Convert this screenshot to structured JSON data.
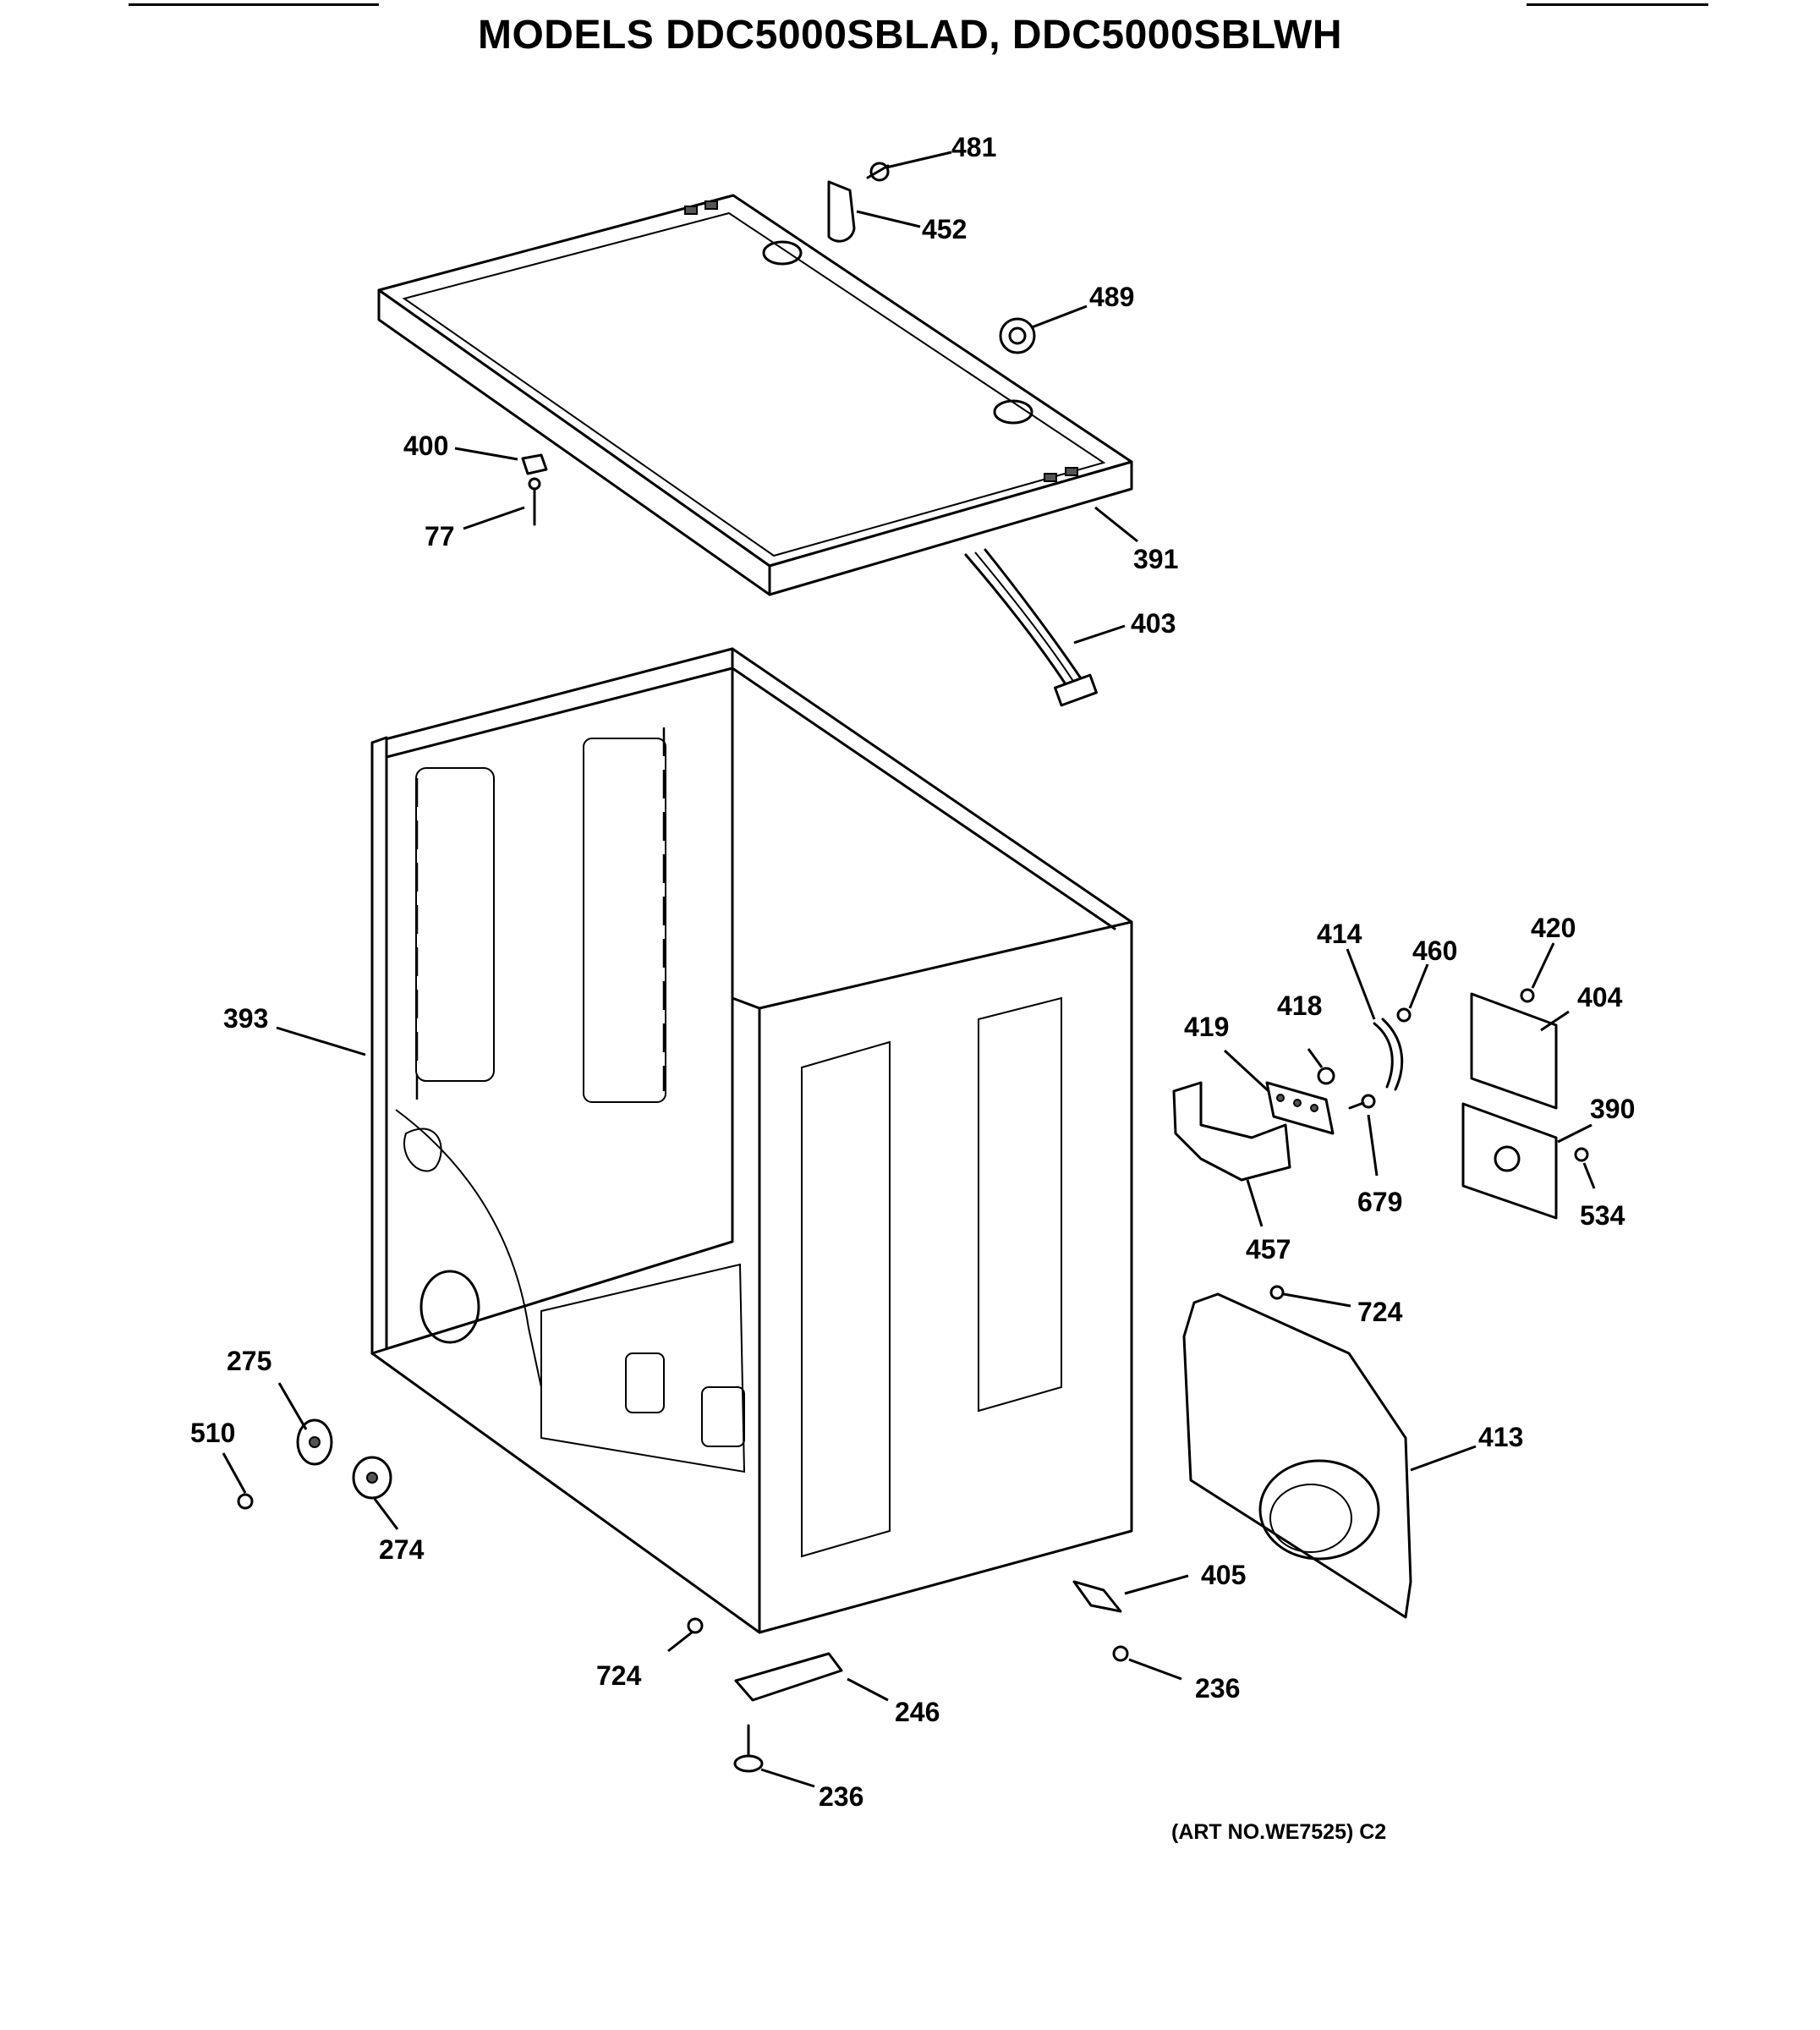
{
  "title": "MODELS DDC5000SBLAD, DDC5000SBLWH",
  "art_number": "(ART NO.WE7525) C2",
  "part_labels": [
    "481",
    "452",
    "489",
    "400",
    "77",
    "391",
    "403",
    "393",
    "414",
    "460",
    "420",
    "404",
    "419",
    "418",
    "390",
    "679",
    "534",
    "457",
    "724",
    "413",
    "275",
    "510",
    "274",
    "405",
    "236",
    "724",
    "246",
    "236"
  ]
}
